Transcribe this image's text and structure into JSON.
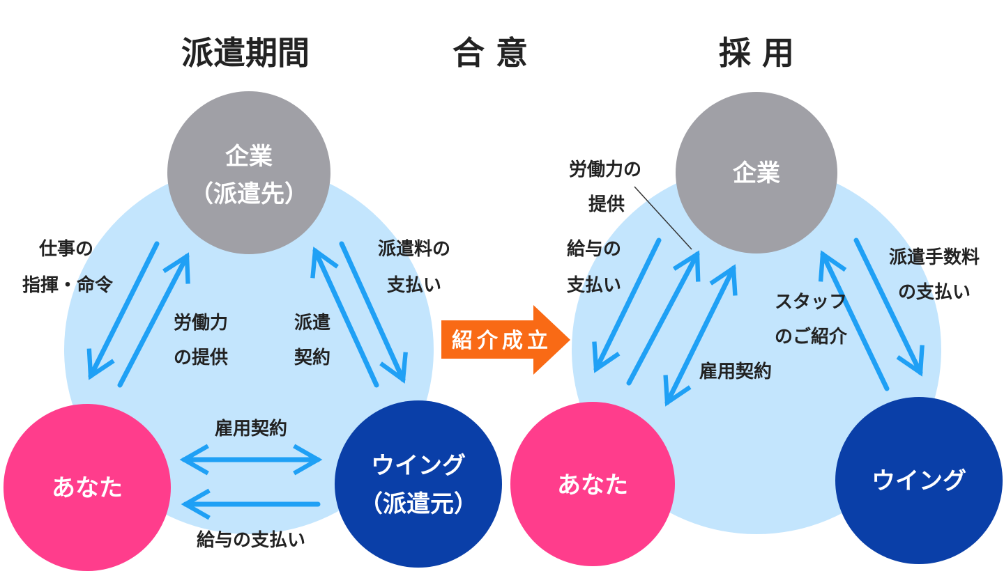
{
  "colors": {
    "bg_circle": "#c3e5fd",
    "company": "#a0a0a6",
    "you": "#ff3d8c",
    "wing": "#0a3fa8",
    "arrow": "#1fa0f5",
    "badge": "#f96a15"
  },
  "titles": {
    "dispatch": "派遣期間",
    "agree": "合 意",
    "hire": "採 用"
  },
  "badge": "紹介成立",
  "left": {
    "company": [
      "企業",
      "（派遣先）"
    ],
    "you": "あなた",
    "wing": [
      "ウイング",
      "（派遣元）"
    ],
    "labels": {
      "command": [
        "仕事の",
        "指揮・命令"
      ],
      "labor": [
        "労働力",
        "の提供"
      ],
      "contract": [
        "派遣",
        "契約"
      ],
      "fee": [
        "派遣料の",
        "支払い"
      ],
      "employment": "雇用契約",
      "salary": "給与の支払い"
    }
  },
  "right": {
    "company": "企業",
    "you": "あなた",
    "wing": "ウイング",
    "labels": {
      "labor": [
        "労働力の",
        "提供"
      ],
      "salary": [
        "給与の",
        "支払い"
      ],
      "employment": "雇用契約",
      "intro": [
        "スタッフ",
        "のご紹介"
      ],
      "fee": [
        "派遣手数料",
        "の支払い"
      ]
    }
  }
}
